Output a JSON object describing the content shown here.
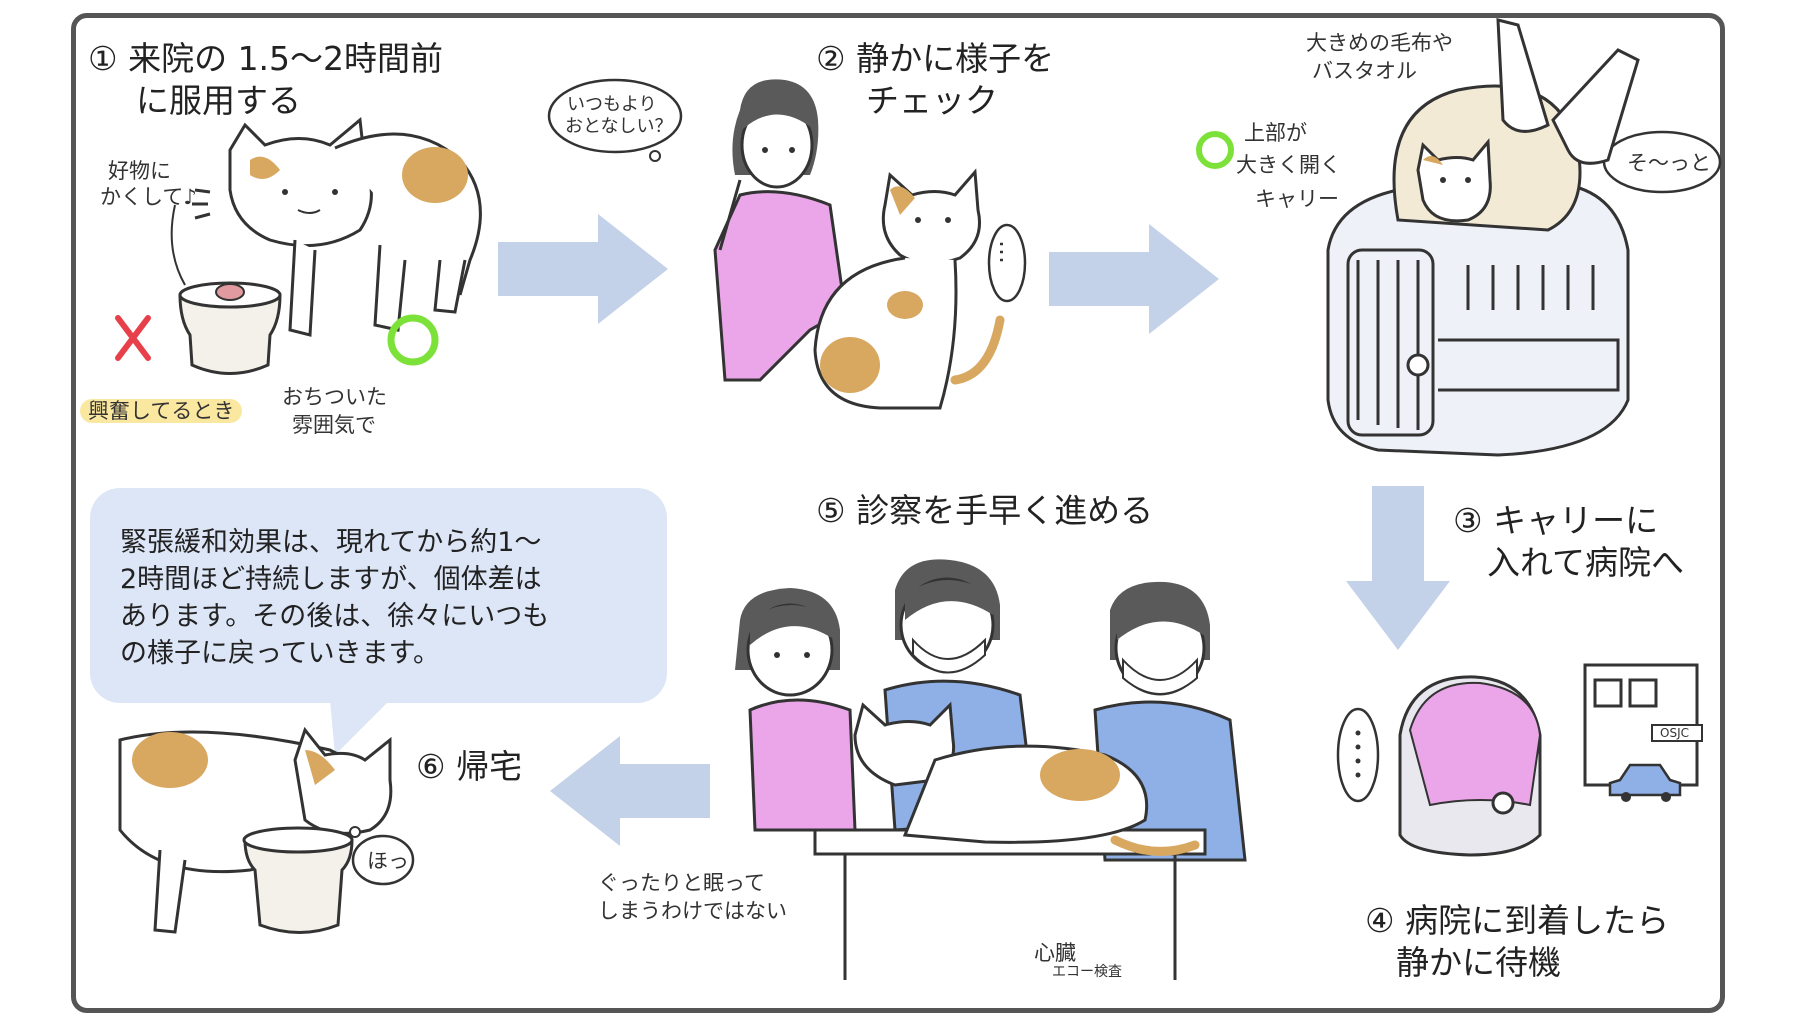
{
  "steps": {
    "s1": {
      "line1": "① 来院の 1.5〜2時間前",
      "line2": "に服用する"
    },
    "s2": {
      "line1": "② 静かに様子を",
      "line2": "チェック"
    },
    "s3": {
      "line1": "③ キャリーに",
      "line2": "入れて病院へ"
    },
    "s4": {
      "line1": "④ 病院に到着したら",
      "line2": "静かに待機"
    },
    "s5": {
      "line1": "⑤ 診察を手早く進める"
    },
    "s6": {
      "line1": "⑥ 帰宅"
    }
  },
  "notes": {
    "favorite_line1": "好物に",
    "favorite_line2": "かくして♪",
    "excited": "興奮してるとき",
    "calm_line1": "おちついた",
    "calm_line2": "雰囲気で",
    "quiet_q_line1": "いつもより",
    "quiet_q_line2": "おとなしい？",
    "ellipsis": "…",
    "blanket_line1": "大きめの毛布や",
    "blanket_line2": "バスタオル",
    "carrier_line1": "上部が",
    "carrier_line2": "大きく開く",
    "carrier_line3": "キャリー",
    "gently": "そ〜っと",
    "not_sleepy_line1": "ぐったりと眠って",
    "not_sleepy_line2": "しまうわけではない",
    "echo_line1": "心臓",
    "echo_line2": "エコー検査",
    "relief": "ほっ",
    "hospital_sign": "OSJC"
  },
  "info_bubble": {
    "text": "緊張緩和効果は、現れてから約1〜\n2時間ほど持続しますが、個体差は\nあります。その後は、徐々にいつも\nの様子に戻っていきます。"
  },
  "colors": {
    "frame": "#555555",
    "arrow": "#c3d2e8",
    "bubble": "#dde6f7",
    "good_mark": "#7ce23a",
    "bad_mark": "#e8404a",
    "patch": "#d8a861",
    "scrubs": "#8fb0e6",
    "owner_shirt": "#eaa6e8",
    "highlight": "#fbe8a0"
  }
}
